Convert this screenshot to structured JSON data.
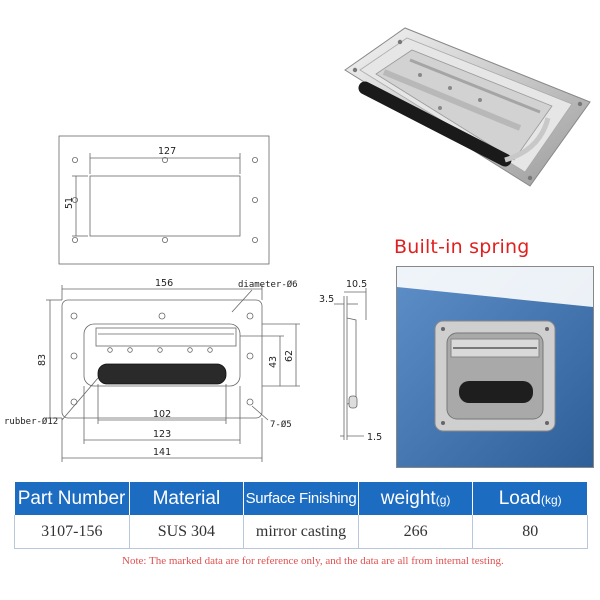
{
  "callout": "Built-in spring",
  "dimensions": {
    "cutout_width": "127",
    "cutout_height": "51",
    "overall_length": "156",
    "diameter": "diameter-Ø6",
    "height": "83",
    "handle_height": "62",
    "inner_height": "43",
    "rubber": "rubber-Ø12",
    "holes": "7-Ø5",
    "width_102": "102",
    "width_123": "123",
    "width_141": "141",
    "side_10_5": "10.5",
    "side_3_5": "3.5",
    "side_1_5": "1.5"
  },
  "table": {
    "headers": [
      {
        "label": "Part Number",
        "unit": ""
      },
      {
        "label": "Material",
        "unit": ""
      },
      {
        "label": "Surface Finishing",
        "unit": ""
      },
      {
        "label": "weight",
        "unit": "(g)"
      },
      {
        "label": "Load",
        "unit": "(kg)"
      }
    ],
    "row": [
      "3107-156",
      "SUS 304",
      "mirror casting",
      "266",
      "80"
    ]
  },
  "note": "Note: The marked data are for reference only, and the data are all from internal testing.",
  "colors": {
    "header_blue": "#1c6cc2",
    "callout_red": "#e02020",
    "note_red": "#e05050",
    "photo_blue": "#3b78b4"
  }
}
